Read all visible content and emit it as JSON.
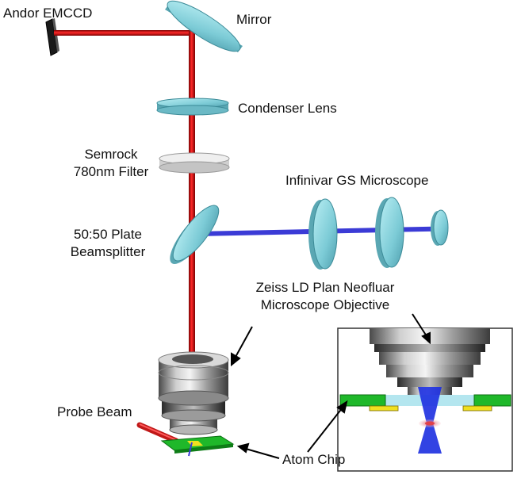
{
  "labels": {
    "andor": "Andor EMCCD",
    "mirror": "Mirror",
    "condenser": "Condenser Lens",
    "semrock_line1": "Semrock",
    "semrock_line2": "780nm Filter",
    "infinivar": "Infinivar GS Microscope",
    "beamsplitter_line1": "50:50 Plate",
    "beamsplitter_line2": "Beamsplitter",
    "zeiss_line1": "Zeiss LD Plan Neofluar",
    "zeiss_line2": "Microscope Objective",
    "probe": "Probe Beam",
    "atomchip": "Atom Chip"
  },
  "colors": {
    "imaging_beam": "#cc1111",
    "microscope_beam": "#3b3bd6",
    "optic_glass": "#8fd3dc",
    "filter_grey": "#e6e6e6",
    "chip_green": "#1fb82a",
    "chip_gold": "#f0e020",
    "fluorescence_blue": "#1c2fe0",
    "atom_cloud": "#e0404a"
  }
}
